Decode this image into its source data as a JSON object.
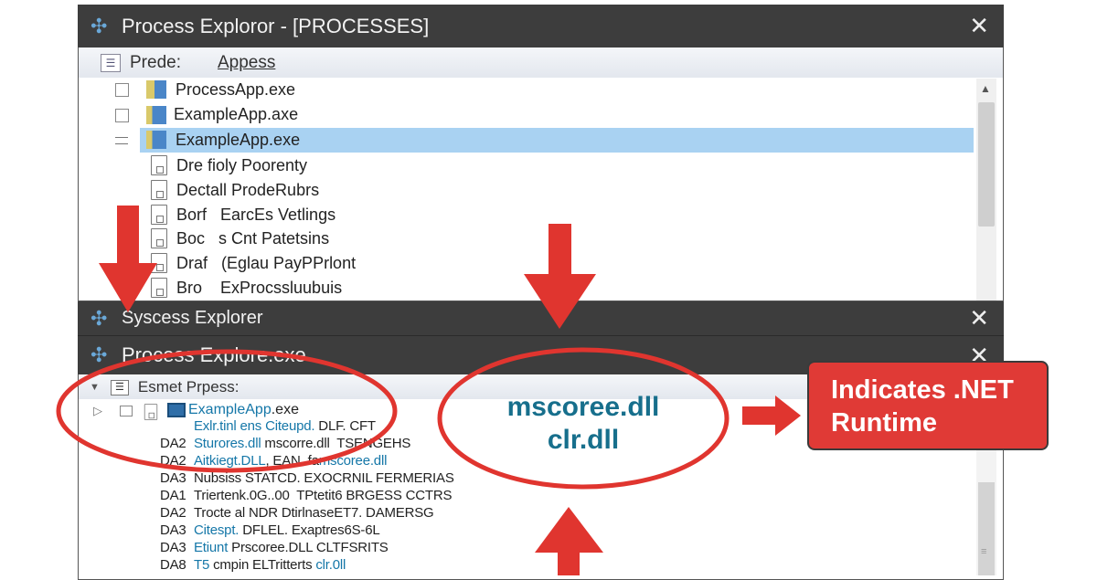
{
  "window1": {
    "title": "Process Exploror - [PROCESSES]",
    "menu": [
      "Prede:",
      "Appess"
    ],
    "processes": [
      {
        "name": "ProcessApp.exe"
      },
      {
        "name": "ExampleApp.axe"
      },
      {
        "name": "ExampleApp.exe",
        "selected": true
      }
    ],
    "children": [
      "Dre fioly Poorenty",
      "Dectall ProdeRubrs",
      "Borf   EarcEs Vetlings",
      "Boc   s Cnt Patetsins",
      "Draf   (Eglau PayPPrlont",
      "Bro    ExProcssluubuis"
    ]
  },
  "window2": {
    "title": "Syscess Explorer"
  },
  "window3": {
    "title": "Process Explore.exe",
    "header": "Esmet Prpess:",
    "process": {
      "name": "ExampleApp",
      ".ext": ".exe"
    },
    "rows": [
      {
        "prefix": "",
        "blue": "Exlr.tinl ens Citeupd.",
        "rest": " DLF. CFT"
      },
      {
        "prefix": "DA2",
        "blue": "Sturores.dll",
        "rest": " mscorre.dll  TSENGEHS"
      },
      {
        "prefix": "DA2",
        "blue": "Aitkiegt.DLL",
        "rest": ", EAN  fa",
        "blue2": "mscoree.dll"
      },
      {
        "prefix": "DA3",
        "blue": "",
        "rest": "Nubsiss STATCD. EXOCRNIL FERMERIAS"
      },
      {
        "prefix": "DA1",
        "blue": "",
        "rest": "Triertenk.0G..00  TPtetit6 BRGESS CCTRS"
      },
      {
        "prefix": "DA2",
        "blue": "",
        "rest": "Trocte al NDR DtirlnaseET7. DAMERSG"
      },
      {
        "prefix": "DA3",
        "blue": "Citespt.",
        "rest": " DFLEL. Exaptres6S-6L"
      },
      {
        "prefix": "DA3",
        "blue": "Etiunt",
        "rest": " Prscoree.DLL CLTFSRITS"
      },
      {
        "prefix": "DA8",
        "blue": "T5",
        "rest": " cmpin ELTritterts ",
        "blue2": "clr.0ll"
      }
    ]
  },
  "annotation": {
    "dlls": [
      "mscoree.dll",
      "clr.dll"
    ],
    "callout": [
      "Indicates .NET",
      "Runtime"
    ]
  },
  "colors": {
    "accent": "#e03a36",
    "selection": "#a9d2f2",
    "titlebar": "#3d3d3d",
    "dll_text": "#176f8c"
  },
  "icons": {
    "close": "close-icon",
    "app": "gear-cluster-icon",
    "file": "document-icon"
  }
}
